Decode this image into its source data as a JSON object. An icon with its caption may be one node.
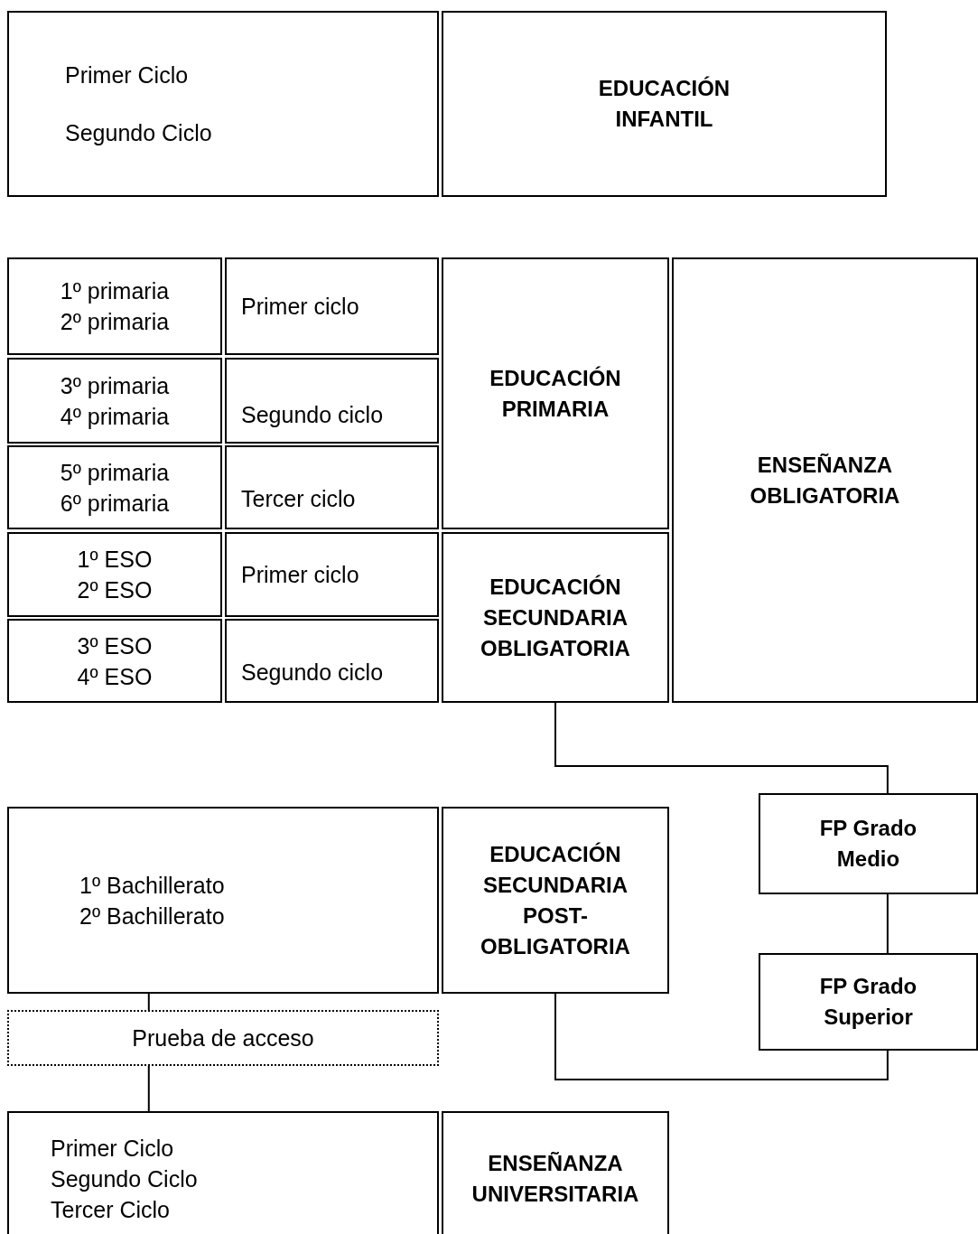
{
  "diagram": {
    "nodes": [
      {
        "text": [
          "Primer Ciclo",
          "Segundo Ciclo"
        ]
      },
      {
        "text": [
          "EDUCACIÓN INFANTIL"
        ]
      },
      {
        "text": [
          "1º primaria",
          "2º primaria"
        ]
      },
      {
        "text": [
          "Primer ciclo"
        ]
      },
      {
        "text": [
          "3º primaria",
          "4º primaria"
        ]
      },
      {
        "text": [
          "Segundo ciclo"
        ]
      },
      {
        "text": [
          "5º primaria",
          "6º primaria"
        ]
      },
      {
        "text": [
          "Tercer ciclo"
        ]
      },
      {
        "text": [
          "1º ESO",
          "2º ESO"
        ]
      },
      {
        "text": [
          "Primer ciclo"
        ]
      },
      {
        "text": [
          "3º ESO",
          "4º ESO"
        ]
      },
      {
        "text": [
          "Segundo ciclo"
        ]
      },
      {
        "text": [
          "EDUCACIÓN PRIMARIA"
        ]
      },
      {
        "text": [
          "EDUCACIÓN SECUNDARIA OBLIGATORIA"
        ]
      },
      {
        "text": [
          "ENSEÑANZA OBLIGATORIA"
        ]
      },
      {
        "text": [
          "FP Grado Medio"
        ]
      },
      {
        "text": [
          "FP Grado Superior"
        ]
      },
      {
        "text": [
          "1º Bachillerato",
          "2º Bachillerato"
        ]
      },
      {
        "text": [
          "EDUCACIÓN SECUNDARIA POST-OBLIGATORIA"
        ]
      },
      {
        "text": [
          "Prueba de acceso"
        ]
      },
      {
        "text": [
          "Primer Ciclo",
          "Segundo Ciclo",
          "Tercer Ciclo"
        ]
      },
      {
        "text": [
          "ENSEÑANZA UNIVERSITARIA"
        ]
      }
    ],
    "edges": [
      {
        "from": 13,
        "to": 15,
        "arrow": "none"
      },
      {
        "from": 15,
        "to": 16,
        "arrow": "none"
      },
      {
        "from": 16,
        "to": 18,
        "arrow": "none"
      },
      {
        "from": 17,
        "to": 19,
        "arrow": "none"
      },
      {
        "from": 19,
        "to": 20,
        "arrow": "none"
      }
    ]
  }
}
